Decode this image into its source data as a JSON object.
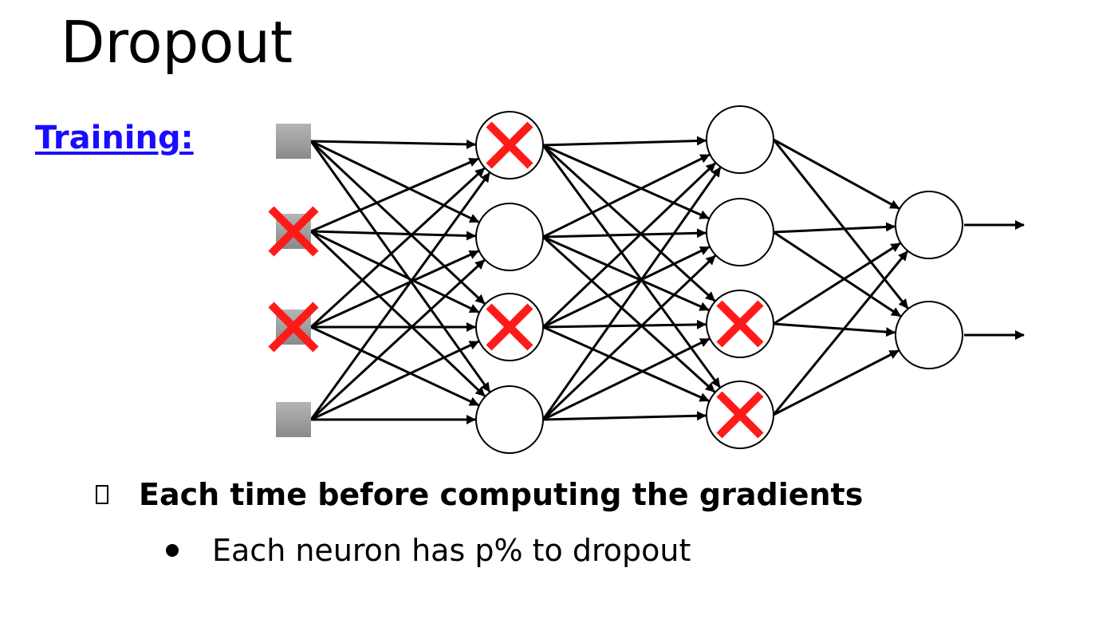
{
  "title": "Dropout",
  "section_label": "Training:",
  "bullets": {
    "main": "Each time before computing the gradients",
    "sub": "Each neuron has p% to dropout"
  },
  "network": {
    "layers": [
      {
        "kind": "input",
        "nodes": 4,
        "dropped": [
          1,
          2
        ]
      },
      {
        "kind": "hidden",
        "nodes": 4,
        "dropped": [
          0,
          2
        ]
      },
      {
        "kind": "hidden",
        "nodes": 4,
        "dropped": [
          2,
          3
        ]
      },
      {
        "kind": "output",
        "nodes": 2,
        "dropped": []
      }
    ]
  },
  "colors": {
    "title_text": "#000000",
    "section_label": "#1a0dff",
    "drop_mark": "#ff1a1a",
    "input_node": "#9e9e9e",
    "edge": "#000000"
  }
}
